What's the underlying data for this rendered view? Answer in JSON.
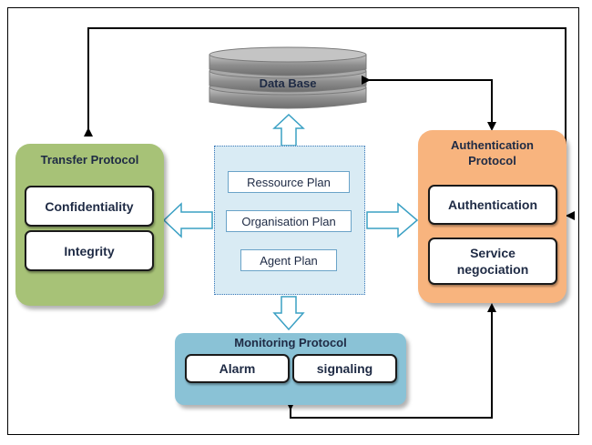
{
  "database": {
    "label": "Data Base"
  },
  "central": {
    "plans": [
      "Ressource  Plan",
      "Organisation Plan",
      "Agent Plan"
    ]
  },
  "transfer": {
    "title": "Transfer Protocol",
    "items": [
      "Confidentiality",
      "Integrity"
    ]
  },
  "authentication": {
    "title_line1": "Authentication",
    "title_line2": "Protocol",
    "item1": "Authentication",
    "item2_line1": "Service",
    "item2_line2": "negociation"
  },
  "monitoring": {
    "title": "Monitoring  Protocol",
    "items": [
      "Alarm",
      "signaling"
    ]
  },
  "colors": {
    "transfer": "#a7c277",
    "authentication": "#f8b47e",
    "monitoring": "#8ac2d6",
    "central": "#d9ebf4",
    "database": "#9a9a9a"
  }
}
